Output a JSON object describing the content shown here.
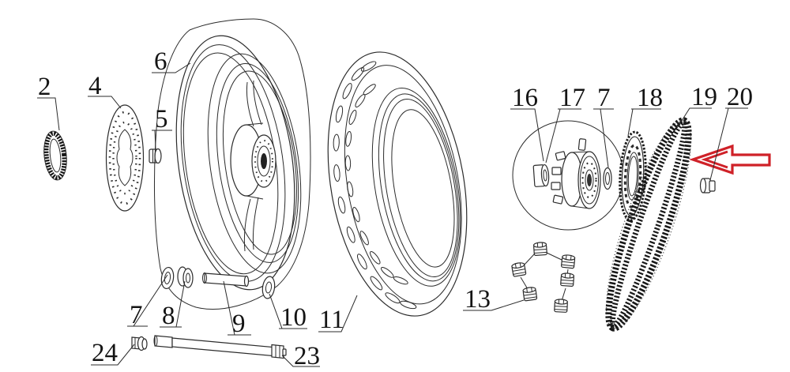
{
  "colors": {
    "background": "#ffffff",
    "line": "#2b2b2b",
    "arrow": "#cf2128"
  },
  "labels": {
    "n2": "2",
    "n4": "4",
    "n5": "5",
    "n6": "6",
    "n7a": "7",
    "n8": "8",
    "n9": "9",
    "n10": "10",
    "n11": "11",
    "n13": "13",
    "n16": "16",
    "n17": "17",
    "n7b": "7",
    "n18": "18",
    "n19": "19",
    "n20": "20",
    "n23": "23",
    "n24": "24"
  },
  "annotation": {
    "arrow_direction": "left",
    "arrow_style": "hollow-outline"
  }
}
